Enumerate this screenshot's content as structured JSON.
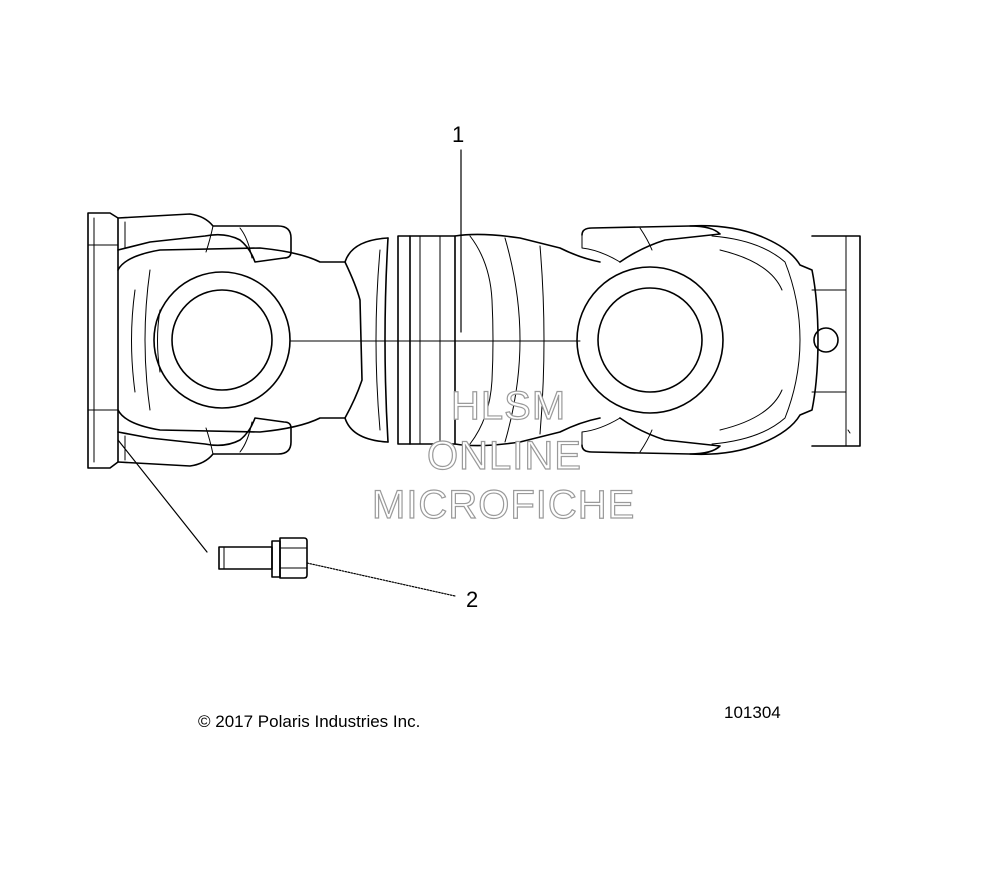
{
  "callouts": {
    "part_1": "1",
    "part_2": "2"
  },
  "footer": {
    "copyright": "© 2017 Polaris Industries Inc.",
    "diagram_number": "101304"
  },
  "watermark": {
    "line1": "HLSM",
    "line2": "ONLINE",
    "line3": "MICROFICHE"
  }
}
